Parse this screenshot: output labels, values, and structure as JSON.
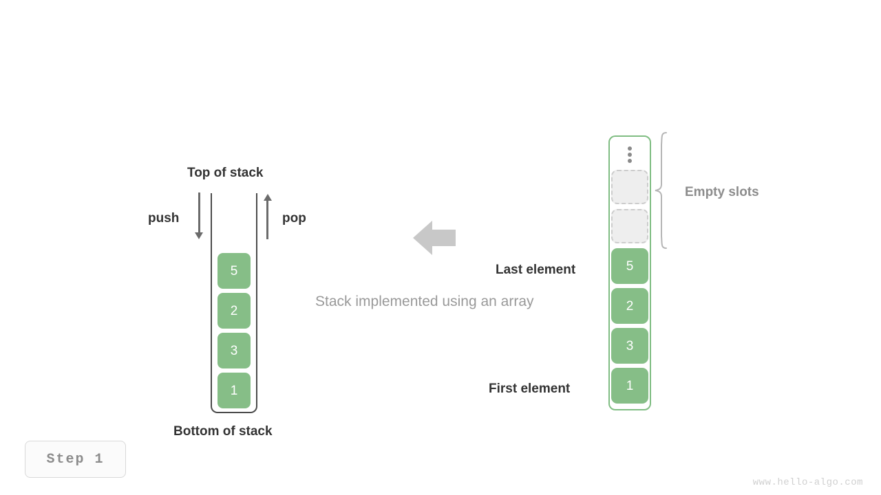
{
  "diagram": {
    "caption": "Stack implemented using an array",
    "step_badge": "Step 1",
    "footer_url": "www.hello-algo.com",
    "accent_green": "#86be87",
    "array_border_green": "#7fbd82",
    "stack_wall_color": "#4a4a4a",
    "gray_text": "#8c8c8c",
    "dark_text": "#333333"
  },
  "left_stack": {
    "top_label": "Top of stack",
    "bottom_label": "Bottom of stack",
    "push_label": "push",
    "pop_label": "pop",
    "push_icon": "arrow-down-icon",
    "pop_icon": "arrow-up-icon",
    "cells": [
      "5",
      "2",
      "3",
      "1"
    ]
  },
  "transition": {
    "icon": "arrow-left-icon"
  },
  "right_array": {
    "overflow_icon": "vertical-ellipsis-icon",
    "empty_slots_count": 2,
    "empty_slots_label": "Empty slots",
    "brace_icon": "curly-brace-icon",
    "last_element_label": "Last element",
    "first_element_label": "First element",
    "cells": [
      "5",
      "2",
      "3",
      "1"
    ]
  }
}
